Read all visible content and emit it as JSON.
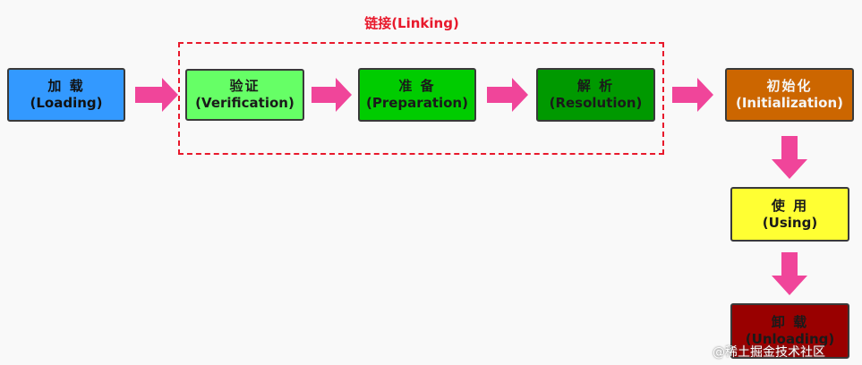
{
  "linking": {
    "title": "链接(Linking)"
  },
  "stages": {
    "loading": {
      "cn": "加 载",
      "en": "(Loading)"
    },
    "verification": {
      "cn": "验证",
      "en": "(Verification)"
    },
    "preparation": {
      "cn": "准 备",
      "en": "(Preparation)"
    },
    "resolution": {
      "cn": "解 析",
      "en": "(Resolution)"
    },
    "initialization": {
      "cn": "初始化",
      "en": "(Initialization)"
    },
    "using": {
      "cn": "使 用",
      "en": "(Using)"
    },
    "unloading": {
      "cn": "卸 载",
      "en": "(Unloading)"
    }
  },
  "colors": {
    "arrow": "#f0459a",
    "linking_border": "#e8192c",
    "loading": "#3399ff",
    "verification": "#66ff66",
    "preparation": "#00cc00",
    "resolution": "#009900",
    "initialization": "#cc6600",
    "using": "#ffff33",
    "unloading": "#990000"
  },
  "watermark": "@稀土掘金技术社区"
}
